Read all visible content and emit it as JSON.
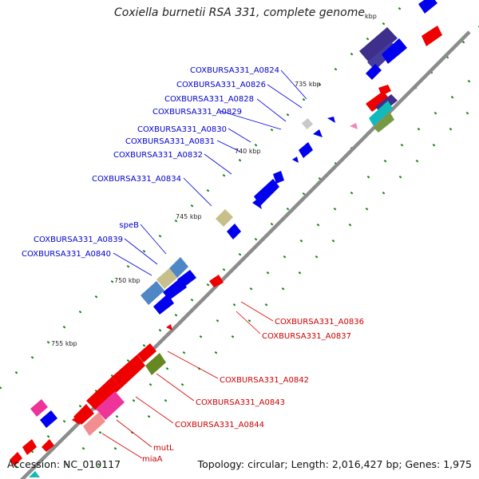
{
  "header": {
    "title": "Coxiella burnetii RSA 331, complete genome"
  },
  "footer": {
    "accession": "Accession: NC_010117",
    "summary": "Topology: circular; Length: 2,016,427 bp; Genes: 1,975"
  },
  "scale_marks": [
    "kbp",
    "735 kbp",
    "740 kbp",
    "745 kbp",
    "750 kbp",
    "755 kbp"
  ],
  "forward_labels": [
    "COXBURSA331_A0824",
    "COXBURSA331_A0826",
    "COXBURSA331_A0828",
    "COXBURSA331_A0829",
    "COXBURSA331_A0830",
    "COXBURSA331_A0831",
    "COXBURSA331_A0832",
    "COXBURSA331_A0834",
    "speB",
    "COXBURSA331_A0839",
    "COXBURSA331_A0840"
  ],
  "reverse_labels": [
    "COXBURSA331_A0836",
    "COXBURSA331_A0837",
    "COXBURSA331_A0842",
    "COXBURSA331_A0843",
    "COXBURSA331_A0844",
    "mutL",
    "miaA"
  ],
  "colors": {
    "forward_label": "#0000cc",
    "reverse_label": "#cc0000",
    "backbone": "#888888",
    "tick": "#008800"
  }
}
